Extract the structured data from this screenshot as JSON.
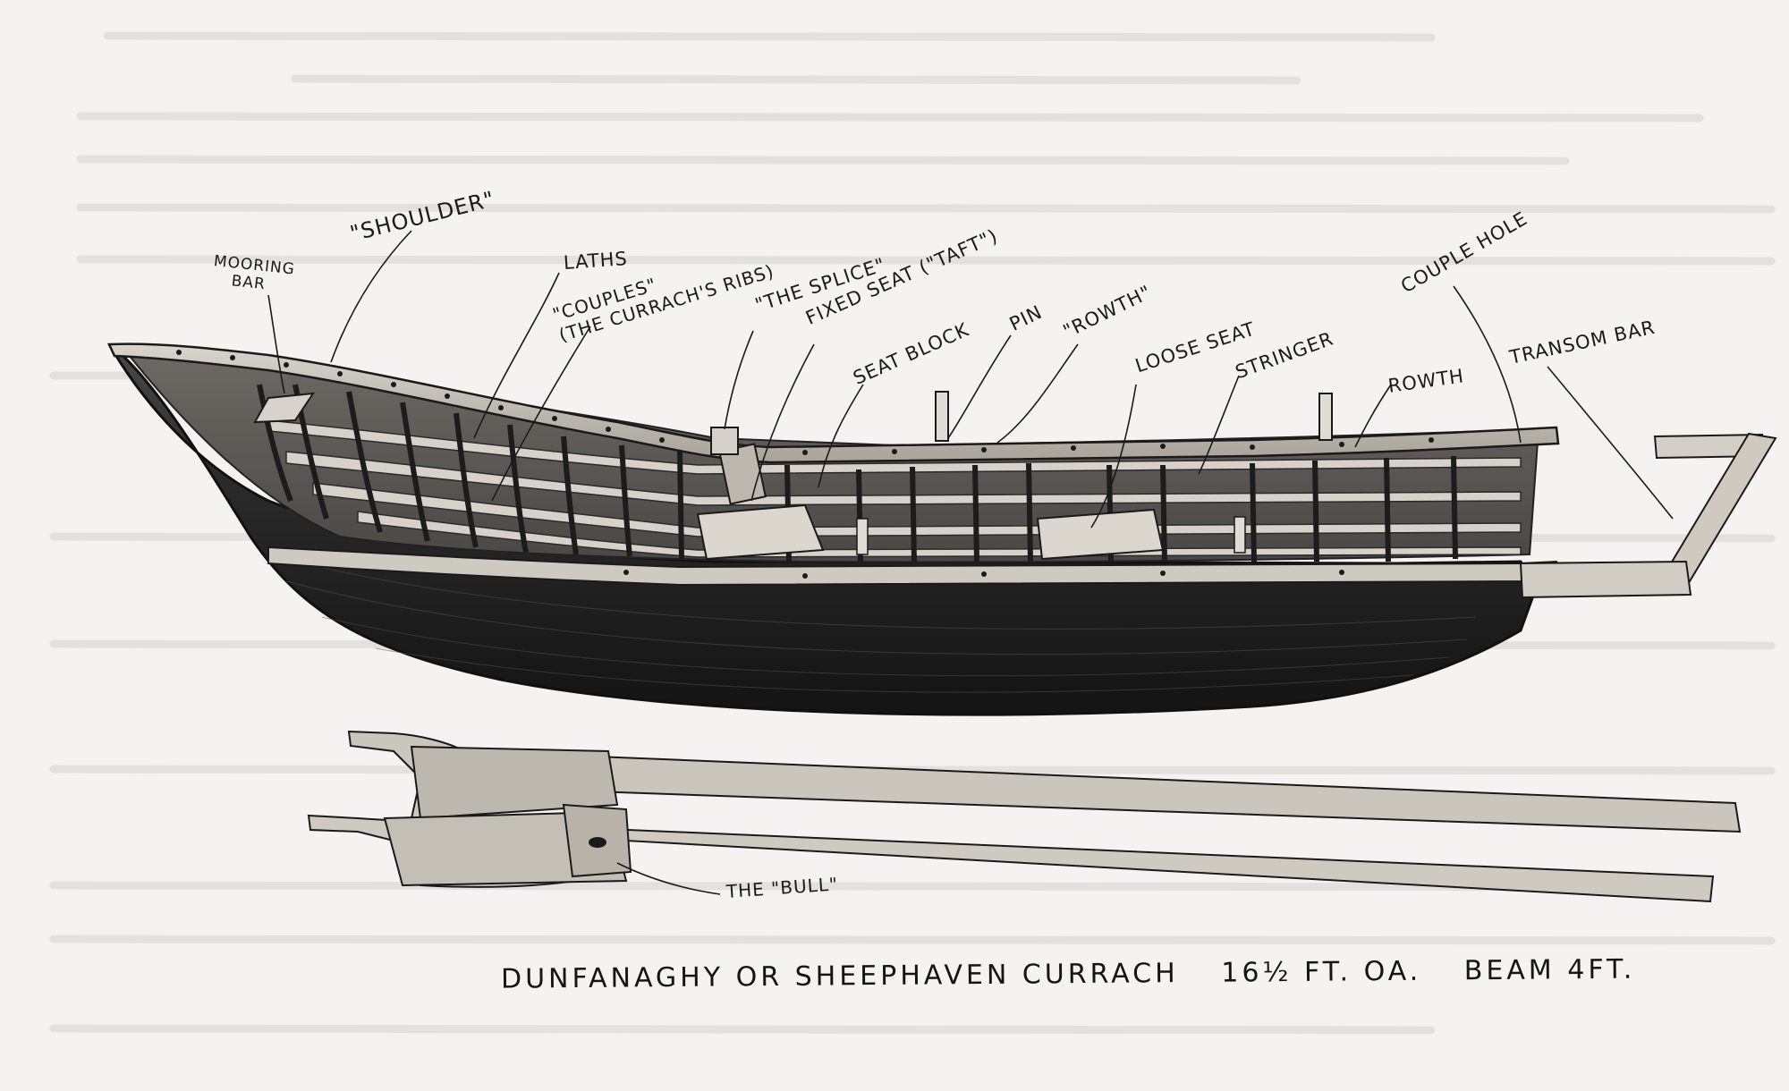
{
  "labels": {
    "mooring_bar_l1": "MOORING",
    "mooring_bar_l2": "BAR",
    "shoulder": "\"SHOULDER\"",
    "laths": "LATHS",
    "couples_l1": "\"COUPLES\"",
    "couples_l2": "(THE CURRACH'S RIBS)",
    "splice": "\"THE SPLICE\"",
    "fixed_seat": "FIXED SEAT (\"TAFT\")",
    "seat_block": "SEAT BLOCK",
    "pin": "PIN",
    "rowth_quoted": "\"ROWTH\"",
    "loose_seat": "LOOSE SEAT",
    "stringer": "STRINGER",
    "rowth": "ROWTH",
    "couple_hole": "COUPLE HOLE",
    "transom_bar": "TRANSOM BAR",
    "bull": "THE \"BULL\""
  },
  "caption": {
    "name": "DUNFANAGHY OR SHEEPHAVEN CURRACH",
    "length": "16½ FT. OA.",
    "beam": "BEAM 4FT."
  },
  "colors": {
    "paper": "#f4f3f1",
    "ink": "#1a1a1a",
    "hull_dark": "#2a2a2a",
    "wood": "#c9c4ba"
  }
}
